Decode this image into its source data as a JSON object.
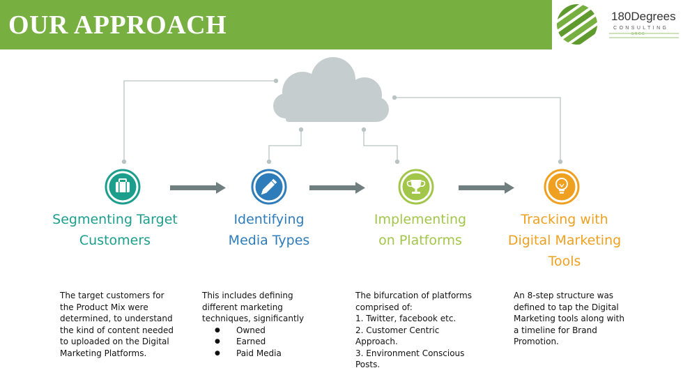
{
  "header": {
    "title": "OUR APPROACH",
    "accent_color": "#77b041"
  },
  "logo": {
    "name": "180Degrees",
    "sub": "CONSULTING",
    "tag": "SRCC",
    "icon": "striped-globe-icon"
  },
  "diagram": {
    "hub_icon": "cloud-icon",
    "connector_color": "#b9c3c4",
    "arrow_color": "#6f7f7f",
    "steps": [
      {
        "icon": "briefcase-icon",
        "color": "#1c9e8c",
        "heading": [
          "Segmenting Target",
          "Customers"
        ],
        "description": [
          "The target customers for",
          "the Product Mix were",
          "determined, to understand",
          "the kind of content needed",
          "to uploaded on the Digital",
          "Marketing Platforms."
        ]
      },
      {
        "icon": "pencil-icon",
        "color": "#2e7cb9",
        "heading": [
          "Identifying",
          "Media Types"
        ],
        "description": [
          "This includes defining",
          "different marketing",
          "techniques, significantly"
        ],
        "bullets": [
          "Owned",
          "Earned",
          "Paid Media"
        ]
      },
      {
        "icon": "trophy-icon",
        "color": "#a2c64a",
        "heading": [
          "Implementing",
          "on Platforms"
        ],
        "description": [
          "The bifurcation of platforms",
          "comprised of:",
          "1. Twitter, facebook etc.",
          "2. Customer Centric",
          "Approach.",
          "3. Environment Conscious",
          "Posts."
        ]
      },
      {
        "icon": "lightbulb-icon",
        "color": "#f0a020",
        "heading": [
          "Tracking with",
          "Digital Marketing",
          "Tools"
        ],
        "description": [
          "An 8-step structure was",
          "defined to tap the Digital",
          "Marketing tools along with",
          "a timeline for Brand",
          "Promotion."
        ]
      }
    ]
  }
}
